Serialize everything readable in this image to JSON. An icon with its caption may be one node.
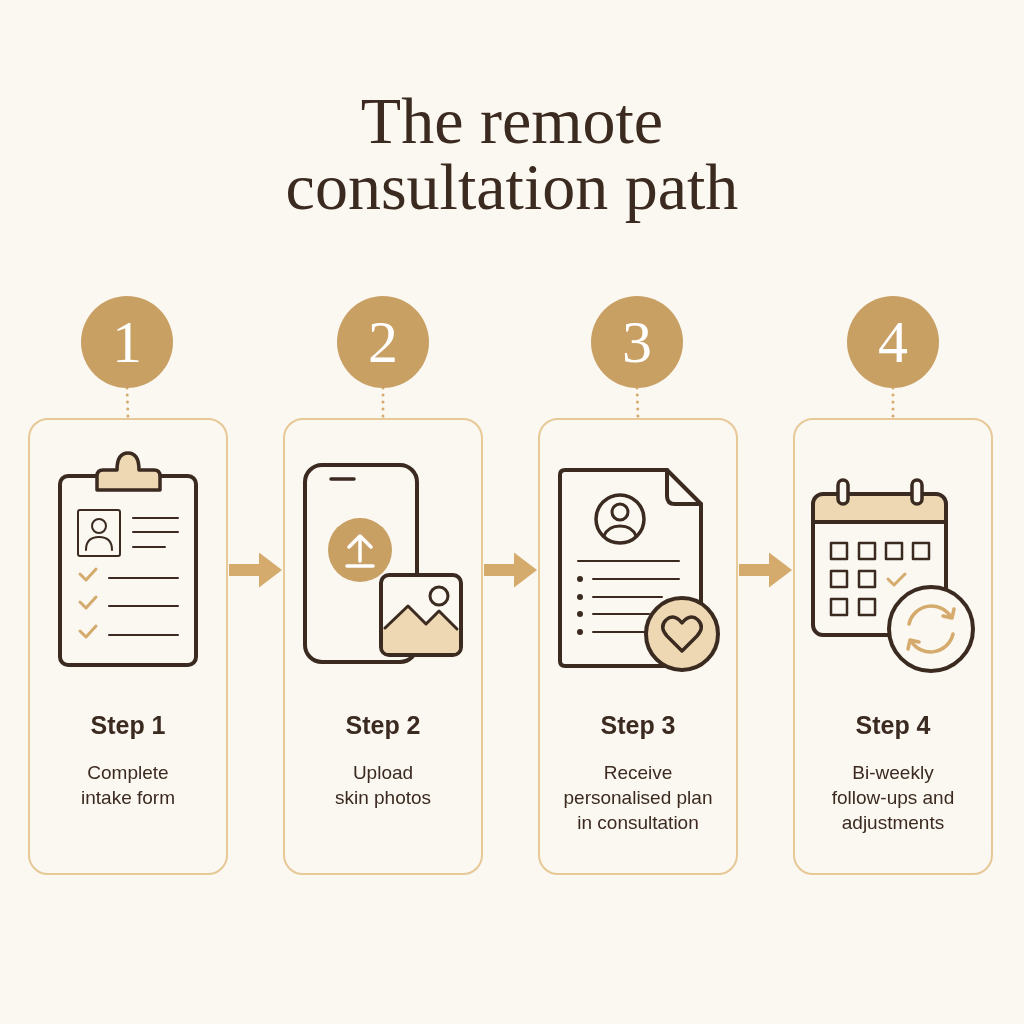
{
  "diagram": {
    "title": "The remote consultation path",
    "nodes": [
      {
        "text": [
          "1"
        ]
      },
      {
        "text": [
          "Step 1",
          "Complete intake form"
        ]
      },
      {
        "text": [
          "2"
        ]
      },
      {
        "text": [
          "Step 2",
          "Upload skin photos"
        ]
      },
      {
        "text": [
          "3"
        ]
      },
      {
        "text": [
          "Step 3",
          "Receive personalised plan in consultation"
        ]
      },
      {
        "text": [
          "4"
        ]
      },
      {
        "text": [
          "Step 4",
          "Bi-weekly follow-ups and adjustments"
        ]
      }
    ],
    "edges": [
      {
        "from": 0,
        "to": 1,
        "arrow": "none",
        "style": "dashed"
      },
      {
        "from": 2,
        "to": 3,
        "arrow": "none",
        "style": "dashed"
      },
      {
        "from": 4,
        "to": 5,
        "arrow": "none",
        "style": "dashed"
      },
      {
        "from": 6,
        "to": 7,
        "arrow": "none",
        "style": "dashed"
      },
      {
        "from": 1,
        "to": 3,
        "arrow": "to",
        "style": "thick"
      },
      {
        "from": 3,
        "to": 5,
        "arrow": "to",
        "style": "thick"
      },
      {
        "from": 5,
        "to": 7,
        "arrow": "to",
        "style": "thick"
      }
    ]
  }
}
